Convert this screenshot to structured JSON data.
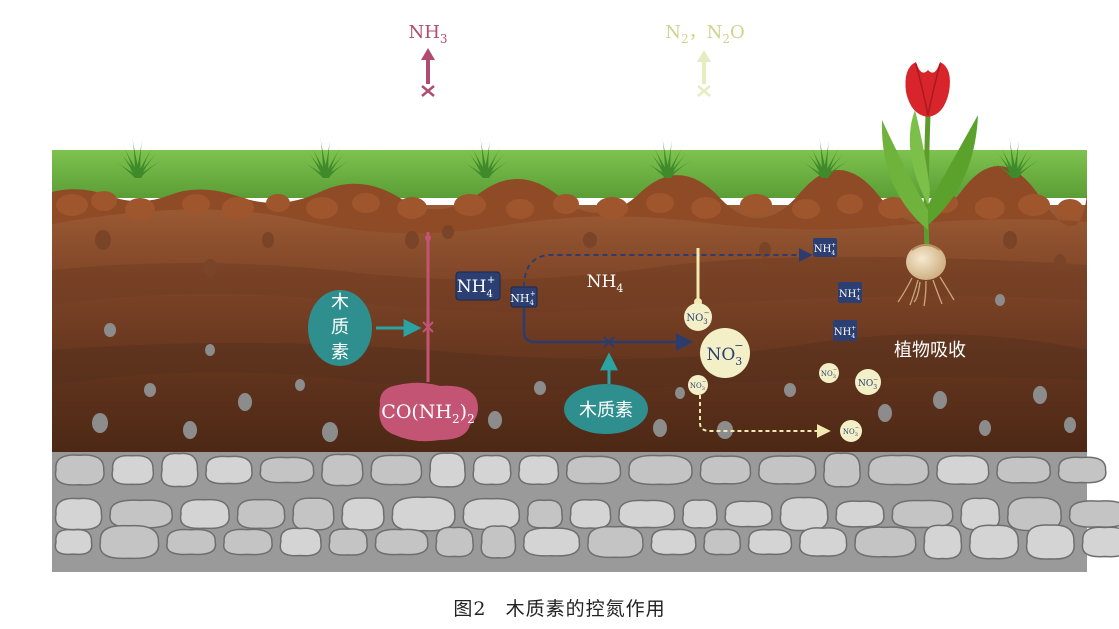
{
  "labels": {
    "nh3_top": "NH",
    "nh3_sub": "3",
    "n2": "N",
    "n2_sub": "2",
    "sep": "，",
    "n2o": "N",
    "n2o_sub": "2",
    "n2o_tail": "O",
    "lignin_left_1": "木",
    "lignin_left_2": "质",
    "lignin_left_3": "素",
    "lignin_bottom": "木质素",
    "urea_main": "CO(NH",
    "urea_sub1": "2",
    "urea_close": ")",
    "urea_sub2": "2",
    "nh4_big": "NH",
    "nh4_big_sub": "4",
    "nh4_big_sup": "+",
    "nh4_small": "NH",
    "nh4_small_sub": "4",
    "nh4_small_sup": "+",
    "nh4_plain": "NH",
    "nh4_plain_sub": "4",
    "no3_small": "NO",
    "no3_small_sub": "3",
    "no3_small_sup": "−",
    "no3_big": "NO",
    "no3_big_sub": "3",
    "no3_big_sup": "−",
    "no3_tiny": "NO",
    "no3_tiny_sub": "3",
    "no3_tiny_sup": "−",
    "plant_uptake": "植物吸收"
  },
  "caption": {
    "figure": "图2",
    "title": "木质素的控氮作用"
  },
  "colors": {
    "grass": "#6db544",
    "topsoil": "#8a4a2a",
    "midsoil": "#6b3a22",
    "deepsoil": "#4e2a18",
    "rock": "#bdbdbd",
    "lignin": "#2f8f8f",
    "urea": "#c45473",
    "nh4": "#2b3f73",
    "no3": "#f3f0c8",
    "arrow_n": "#2c3c6e",
    "nh3_arrow": "#b04d6e",
    "n2_arrow": "#e9ecc4"
  }
}
